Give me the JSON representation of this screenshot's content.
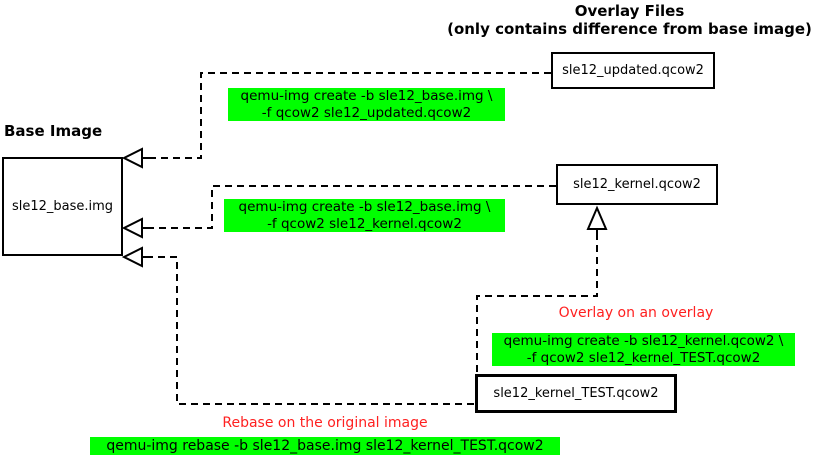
{
  "title": {
    "line1": "Overlay Files",
    "line2": "(only contains difference from base image)"
  },
  "base": {
    "heading": "Base Image",
    "box_label": "sle12_base.img"
  },
  "overlays": {
    "updated": {
      "label": "sle12_updated.qcow2"
    },
    "kernel": {
      "label": "sle12_kernel.qcow2"
    },
    "kernel_test": {
      "label": "sle12_kernel_TEST.qcow2"
    }
  },
  "commands": {
    "create_updated": {
      "line1": "qemu-img create -b sle12_base.img \\",
      "line2": "-f qcow2 sle12_updated.qcow2"
    },
    "create_kernel": {
      "line1": "qemu-img create -b sle12_base.img \\",
      "line2": "-f qcow2 sle12_kernel.qcow2"
    },
    "create_kernel_test": {
      "line1": "qemu-img create -b sle12_kernel.qcow2 \\",
      "line2": "-f qcow2 sle12_kernel_TEST.qcow2"
    },
    "rebase": {
      "line1": "qemu-img rebase -b sle12_base.img sle12_kernel_TEST.qcow2"
    }
  },
  "annotations": {
    "overlay_on_overlay": "Overlay on an overlay",
    "rebase_note": "Rebase on the original image"
  },
  "colors": {
    "highlight": "#00ff00",
    "annotation": "#ff2020",
    "line": "#000000",
    "background": "#ffffff"
  }
}
